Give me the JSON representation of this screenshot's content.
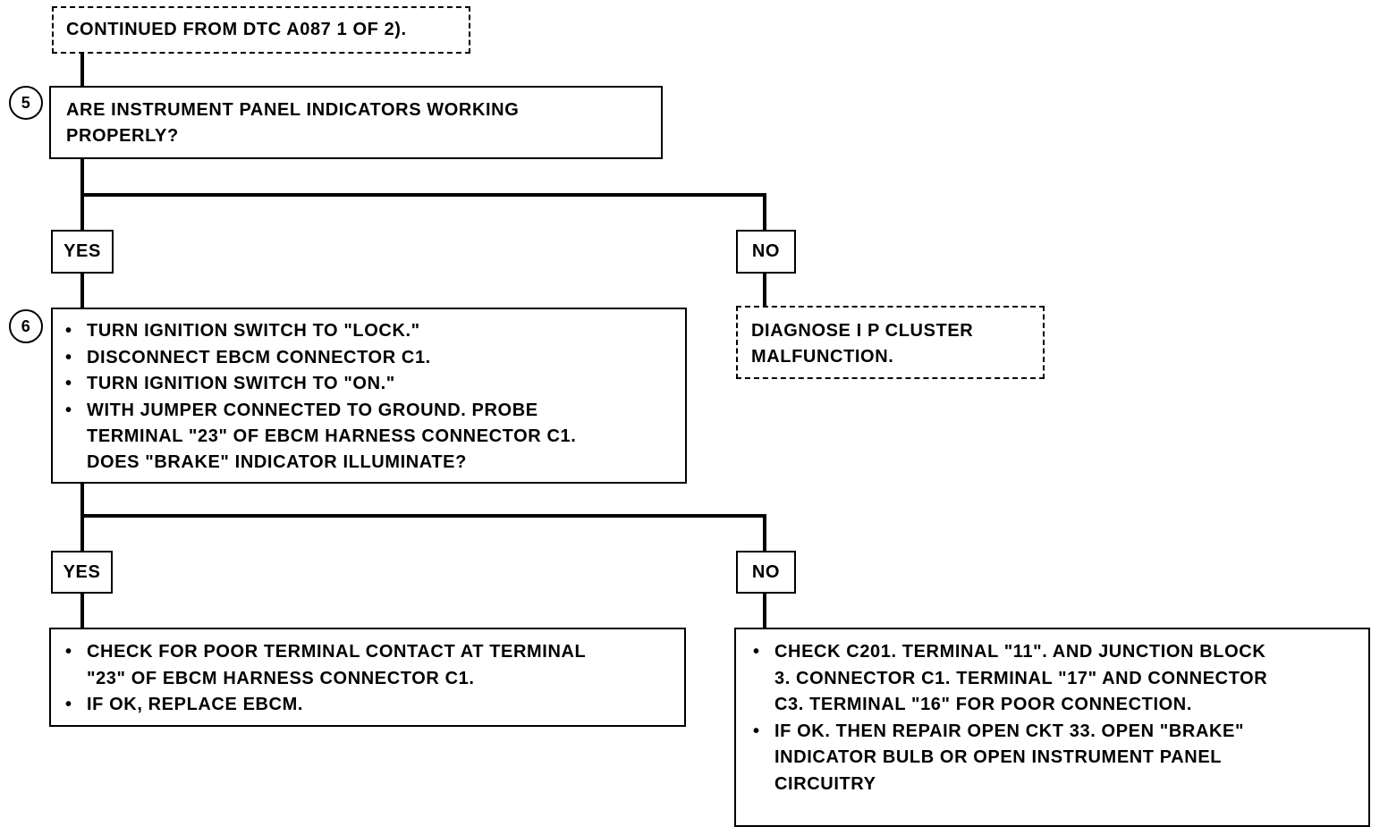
{
  "header": {
    "continued_text": "CONTINUED FROM DTC  A087 1 OF 2)."
  },
  "step5": {
    "number": "5",
    "line1": "ARE INSTRUMENT PANEL INDICATORS WORKING",
    "line2": "PROPERLY?"
  },
  "branch5": {
    "yes_label": "YES",
    "no_label": "NO",
    "no_result": {
      "line1": "DIAGNOSE I P CLUSTER",
      "line2": "MALFUNCTION."
    }
  },
  "step6": {
    "number": "6",
    "items": [
      "TURN IGNITION SWITCH TO \"LOCK.\"",
      "DISCONNECT EBCM CONNECTOR C1.",
      "TURN IGNITION SWITCH TO \"ON.\"",
      "WITH JUMPER CONNECTED TO GROUND. PROBE"
    ],
    "continuation": [
      "TERMINAL \"23\" OF EBCM HARNESS CONNECTOR C1.",
      "DOES \"BRAKE\" INDICATOR ILLUMINATE?"
    ]
  },
  "branch6": {
    "yes_label": "YES",
    "no_label": "NO",
    "yes_result": {
      "item1_line1": "CHECK FOR POOR TERMINAL CONTACT AT TERMINAL",
      "item1_line2": "\"23\" OF EBCM HARNESS CONNECTOR C1.",
      "item2": "IF OK, REPLACE EBCM."
    },
    "no_result": {
      "item1_line1": "CHECK C201. TERMINAL \"11\". AND JUNCTION BLOCK",
      "item1_line2": "3. CONNECTOR C1. TERMINAL \"17\" AND CONNECTOR",
      "item1_line3": "C3. TERMINAL \"16\" FOR POOR CONNECTION.",
      "item2_line1": "IF OK. THEN REPAIR OPEN CKT 33. OPEN \"BRAKE\"",
      "item2_line2": "INDICATOR BULB OR OPEN INSTRUMENT PANEL",
      "item2_line3": "CIRCUITRY"
    }
  }
}
